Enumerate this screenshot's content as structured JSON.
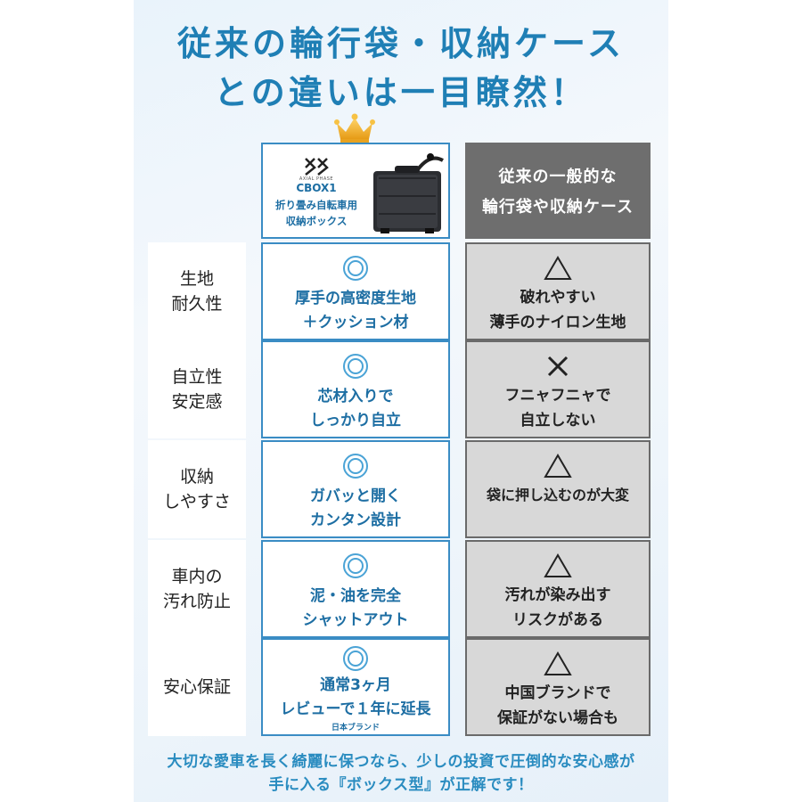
{
  "headline": {
    "line1": "従来の輪行袋・収納ケース",
    "line2": "との違いは一目瞭然！"
  },
  "product": {
    "brand_sub": "AXIAL PHASE",
    "model": "CBOX1",
    "name_line1": "折り畳み自転車用",
    "name_line2": "収納ボックス"
  },
  "competitor": {
    "line1": "従来の一般的な",
    "line2": "輪行袋や収納ケース"
  },
  "rows": [
    {
      "label_l1": "生地",
      "label_l2": "耐久性",
      "ours_mark": "◎",
      "ours_l1": "厚手の高密度生地",
      "ours_l2": "＋クッション材",
      "theirs_mark": "△",
      "theirs_l1": "破れやすい",
      "theirs_l2": "薄手のナイロン生地"
    },
    {
      "label_l1": "自立性",
      "label_l2": "安定感",
      "ours_mark": "◎",
      "ours_l1": "芯材入りで",
      "ours_l2": "しっかり自立",
      "theirs_mark": "×",
      "theirs_l1": "フニャフニャで",
      "theirs_l2": "自立しない"
    },
    {
      "label_l1": "収納",
      "label_l2": "しやすさ",
      "ours_mark": "◎",
      "ours_l1": "ガバッと開く",
      "ours_l2": "カンタン設計",
      "theirs_mark": "△",
      "theirs_l1": "袋に押し込むのが大変",
      "theirs_l2": ""
    },
    {
      "label_l1": "車内の",
      "label_l2": "汚れ防止",
      "ours_mark": "◎",
      "ours_l1": "泥・油を完全",
      "ours_l2": "シャットアウト",
      "theirs_mark": "△",
      "theirs_l1": "汚れが染み出す",
      "theirs_l2": "リスクがある"
    },
    {
      "label_l1": "安心保証",
      "label_l2": "",
      "ours_mark": "◎",
      "ours_l1": "通常3ヶ月",
      "ours_l2": "レビューで１年に延長",
      "ours_l3": "日本ブランド",
      "theirs_mark": "△",
      "theirs_l1": "中国ブランドで",
      "theirs_l2": "保証がない場合も"
    }
  ],
  "footer": {
    "line1": "大切な愛車を長く綺麗に保つなら、少しの投資で圧倒的な安心感が",
    "line2": "手に入る『ボックス型』が正解です！"
  },
  "colors": {
    "accent_blue": "#1f7fb5",
    "competitor_gray": "#6e6e6e",
    "crown_gold": "#f2b632"
  }
}
